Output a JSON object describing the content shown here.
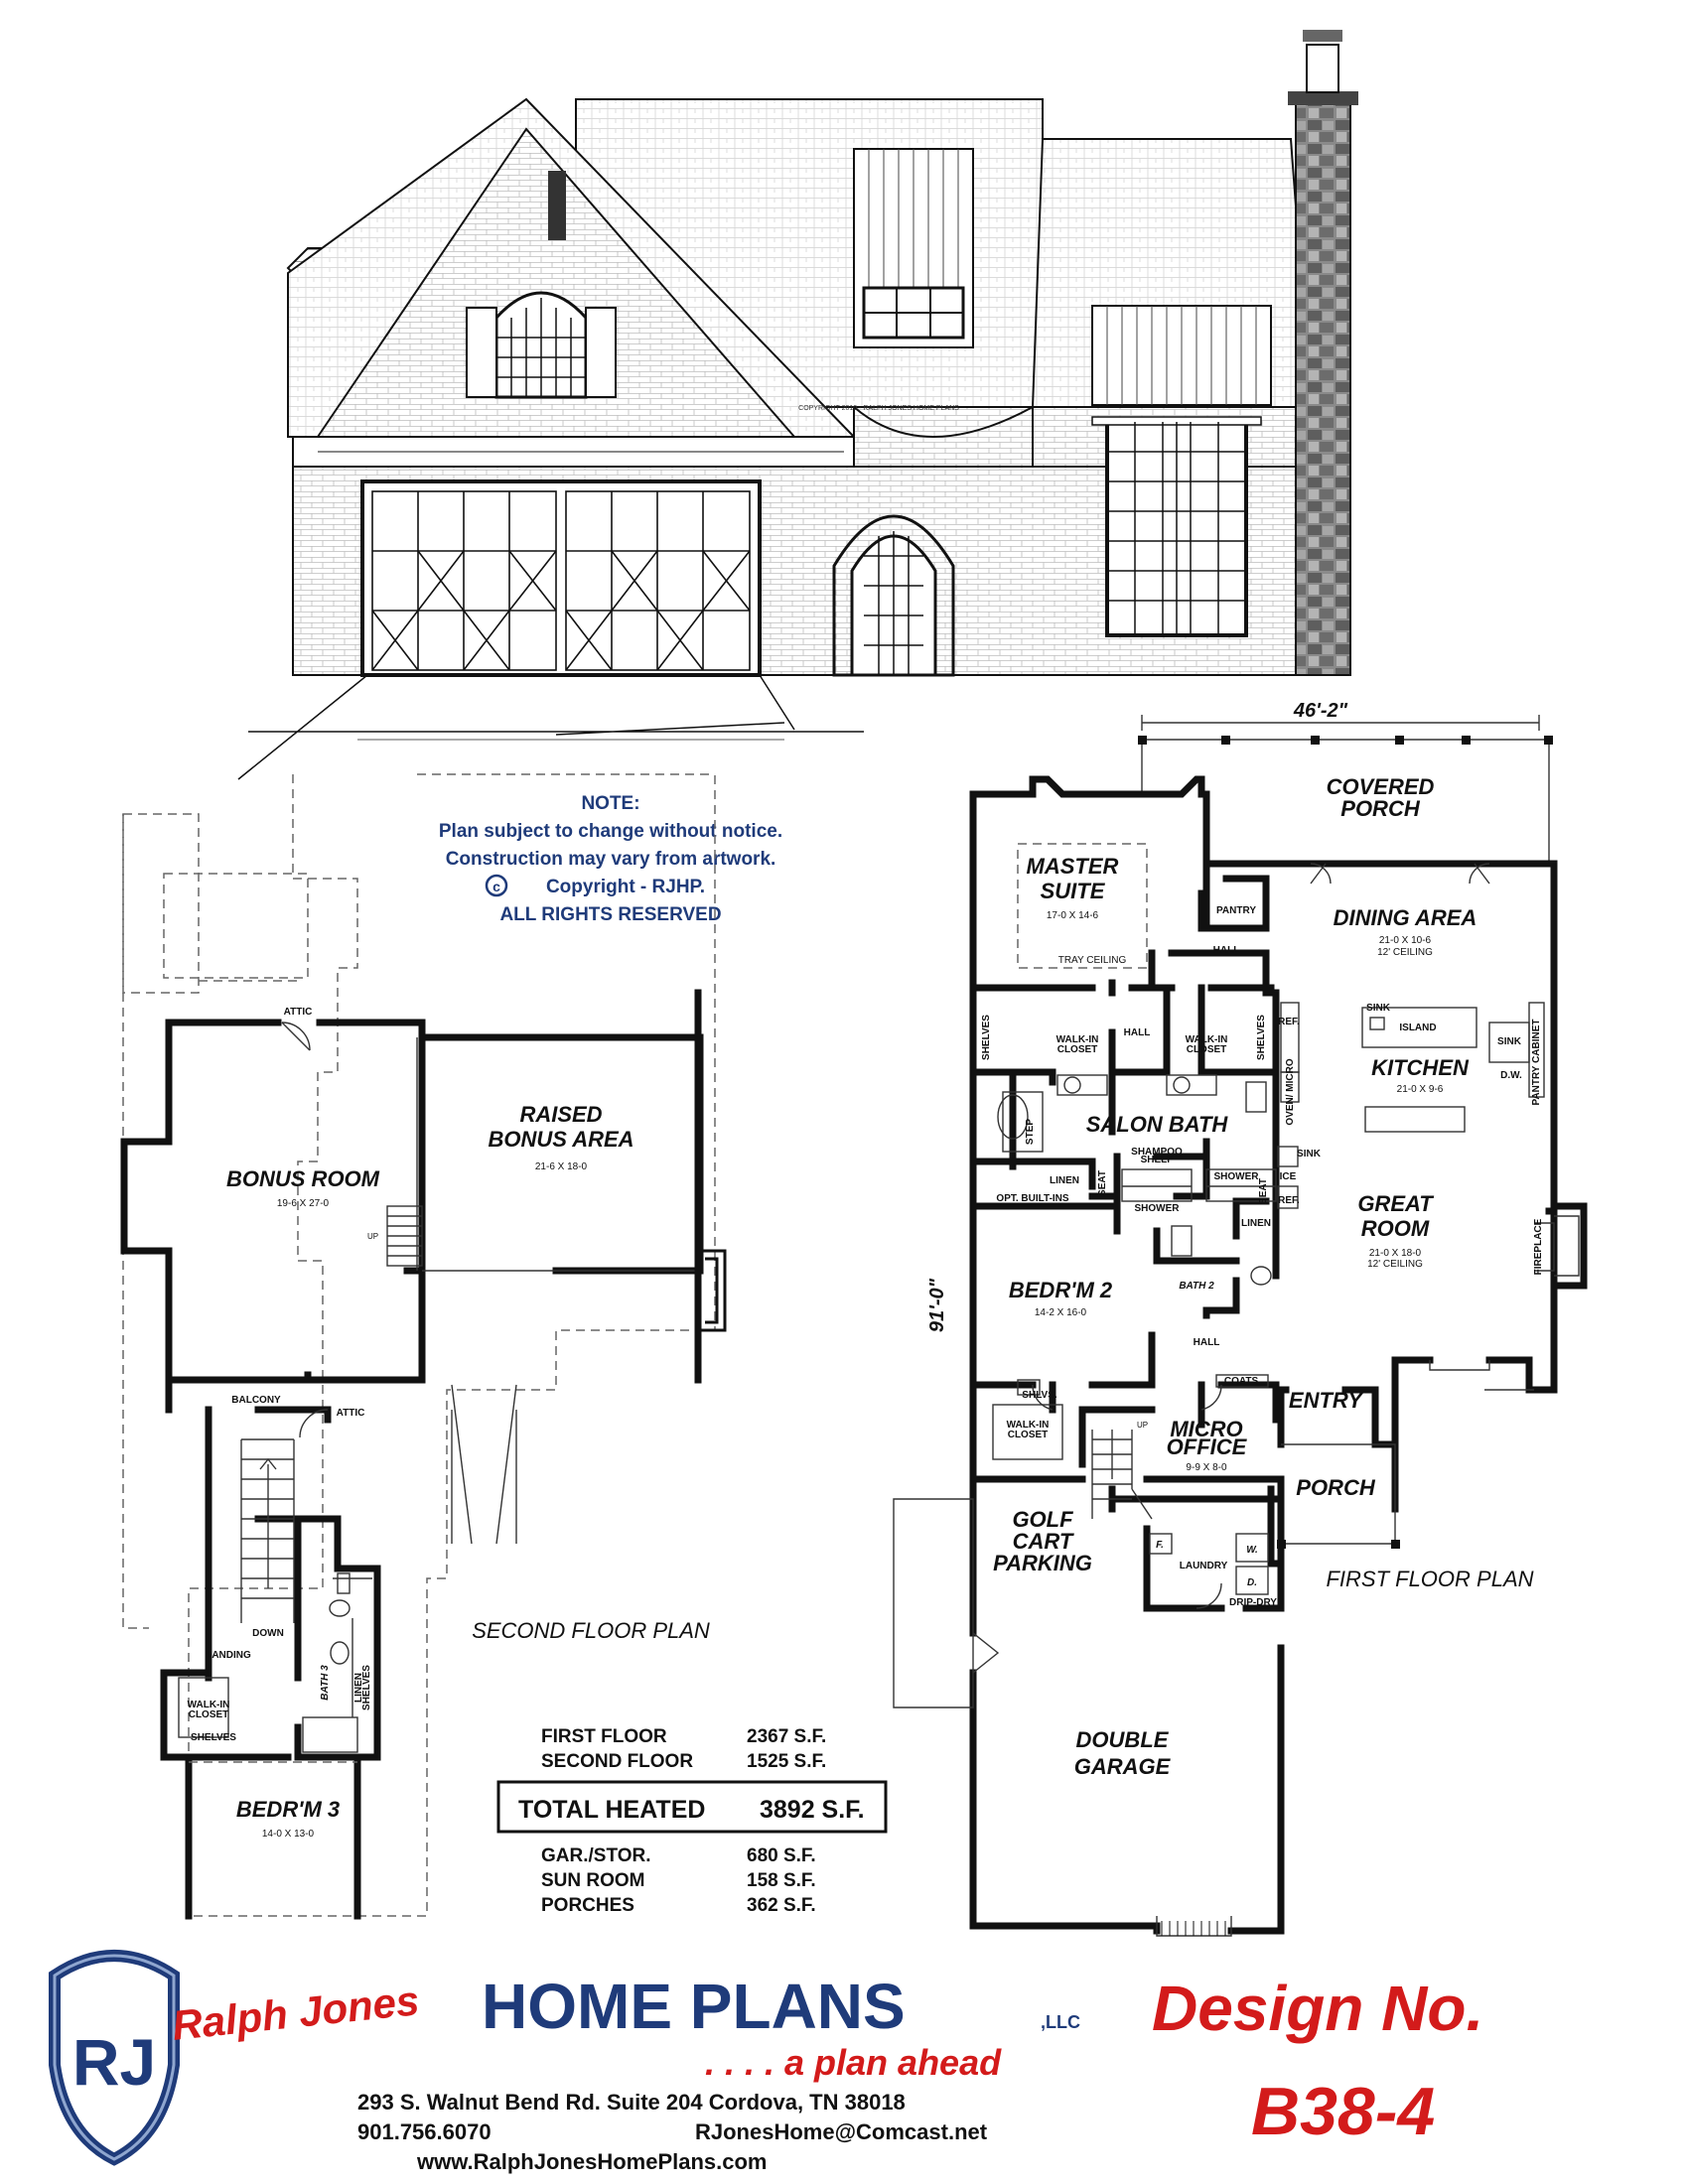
{
  "elevation": {
    "copyright_small": "COPYRIGHT 2010 - RALPH JONES HOME PLANS"
  },
  "note": {
    "heading": "NOTE:",
    "line1": "Plan subject to change without notice.",
    "line2": "Construction may vary from artwork.",
    "copyright_symbol": "c",
    "line3": "Copyright - RJHP.",
    "line4": "ALL RIGHTS RESERVED"
  },
  "second_floor": {
    "title": "SECOND FLOOR PLAN",
    "rooms": {
      "bonus_room": {
        "name": "BONUS ROOM",
        "dims": "19-6 X 27-0"
      },
      "raised_bonus": {
        "line1": "RAISED",
        "line2": "BONUS AREA",
        "dims": "21-6 X 18-0"
      },
      "bedroom3": {
        "name": "BEDR'M 3",
        "dims": "14-0 X 13-0"
      },
      "bath3": "BATH 3"
    },
    "labels": {
      "attic_top": "ATTIC",
      "attic_mid": "ATTIC",
      "balcony": "BALCONY",
      "landing": "LANDING",
      "down": "DOWN",
      "up": "UP",
      "walkin_closet_l1": "WALK-IN",
      "walkin_closet_l2": "CLOSET",
      "shelves": "SHELVES",
      "linen_l1": "LINEN",
      "linen_l2": "SHELVES"
    }
  },
  "first_floor": {
    "title": "FIRST FLOOR PLAN",
    "width_dim": "46'-2\"",
    "depth_dim": "91'-0\"",
    "rooms": {
      "covered_porch": {
        "line1": "COVERED",
        "line2": "PORCH"
      },
      "master_suite": {
        "line1": "MASTER",
        "line2": "SUITE",
        "dims": "17-0 X 14-6",
        "note": "TRAY CEILING"
      },
      "dining_area": {
        "name": "DINING AREA",
        "dims": "21-0 X 10-6",
        "note": "12' CEILING"
      },
      "kitchen": {
        "name": "KITCHEN",
        "dims": "21-0 X 9-6"
      },
      "great_room": {
        "line1": "GREAT",
        "line2": "ROOM",
        "dims": "21-0 X 18-0",
        "note": "12' CEILING"
      },
      "salon_bath": "SALON BATH",
      "bedroom2": {
        "name": "BEDR'M 2",
        "dims": "14-2 X 16-0"
      },
      "bath2": "BATH 2",
      "micro_office": {
        "line1": "MICRO",
        "line2": "OFFICE",
        "dims": "9-9 X 8-0"
      },
      "entry": "ENTRY",
      "porch": "PORCH",
      "golf_cart": {
        "line1": "GOLF",
        "line2": "CART",
        "line3": "PARKING"
      },
      "double_garage": {
        "line1": "DOUBLE",
        "line2": "GARAGE"
      },
      "laundry": "LAUNDRY"
    },
    "labels": {
      "pantry": "PANTRY",
      "hall_top": "HALL",
      "hall_mid": "HALL",
      "hall_low": "HALL",
      "walkin_l1": "WALK-IN",
      "walkin_l2": "CLOSET",
      "walkin_b_l1": "WALK-IN",
      "walkin_b_l2": "CLOSET",
      "walkin_c_l1": "WALK-IN",
      "walkin_c_l2": "CLOSET",
      "shelves_a": "SHELVES",
      "shelves_b": "SHELVES",
      "shlvs": "SHLVS.",
      "ref": "REF.",
      "ref2": "REF.",
      "island": "ISLAND",
      "sink": "SINK",
      "sink2": "SINK",
      "sink3": "SINK",
      "dw": "D.W.",
      "oven": "OVEN/ MICRO",
      "pantry_cab": "PANTRY CABINET",
      "ice": "ICE",
      "step": "STEP",
      "linen": "LINEN",
      "linen2": "LINEN",
      "seat": "SEAT",
      "seat2": "SEAT",
      "shower": "SHOWER",
      "shower2": "SHOWER",
      "shampoo_l1": "SHAMPOO",
      "shampoo_l2": "SHELF",
      "opt_builtins": "OPT. BUILT-INS",
      "coats": "COATS",
      "fireplace": "FIREPLACE",
      "up": "UP",
      "f": "F.",
      "w": "W.",
      "d": "D.",
      "drip": "DRIP-DRY"
    }
  },
  "square_footage": {
    "first_floor": {
      "label": "FIRST FLOOR",
      "value": "2367 S.F."
    },
    "second_floor": {
      "label": "SECOND FLOOR",
      "value": "1525 S.F."
    },
    "total": {
      "label": "TOTAL HEATED",
      "value": "3892 S.F."
    },
    "garage": {
      "label": "GAR./STOR.",
      "value": "680 S.F."
    },
    "sun_room": {
      "label": "SUN ROOM",
      "value": "158 S.F."
    },
    "porches": {
      "label": "PORCHES",
      "value": "362 S.F."
    }
  },
  "branding": {
    "logo_letters": "RJ",
    "script_name": "Ralph Jones",
    "company": "HOME PLANS",
    "suffix": ",LLC",
    "tagline": ". . . . a plan ahead",
    "address": "293 S. Walnut Bend Rd.   Suite 204   Cordova, TN 38018",
    "phone": "901.756.6070",
    "email": "RJonesHome@Comcast.net",
    "website": "www.RalphJonesHomePlans.com",
    "design_label": "Design No.",
    "design_number": "B38-4"
  },
  "colors": {
    "brand_navy": "#1f3b7a",
    "brand_red": "#d31b1b"
  }
}
